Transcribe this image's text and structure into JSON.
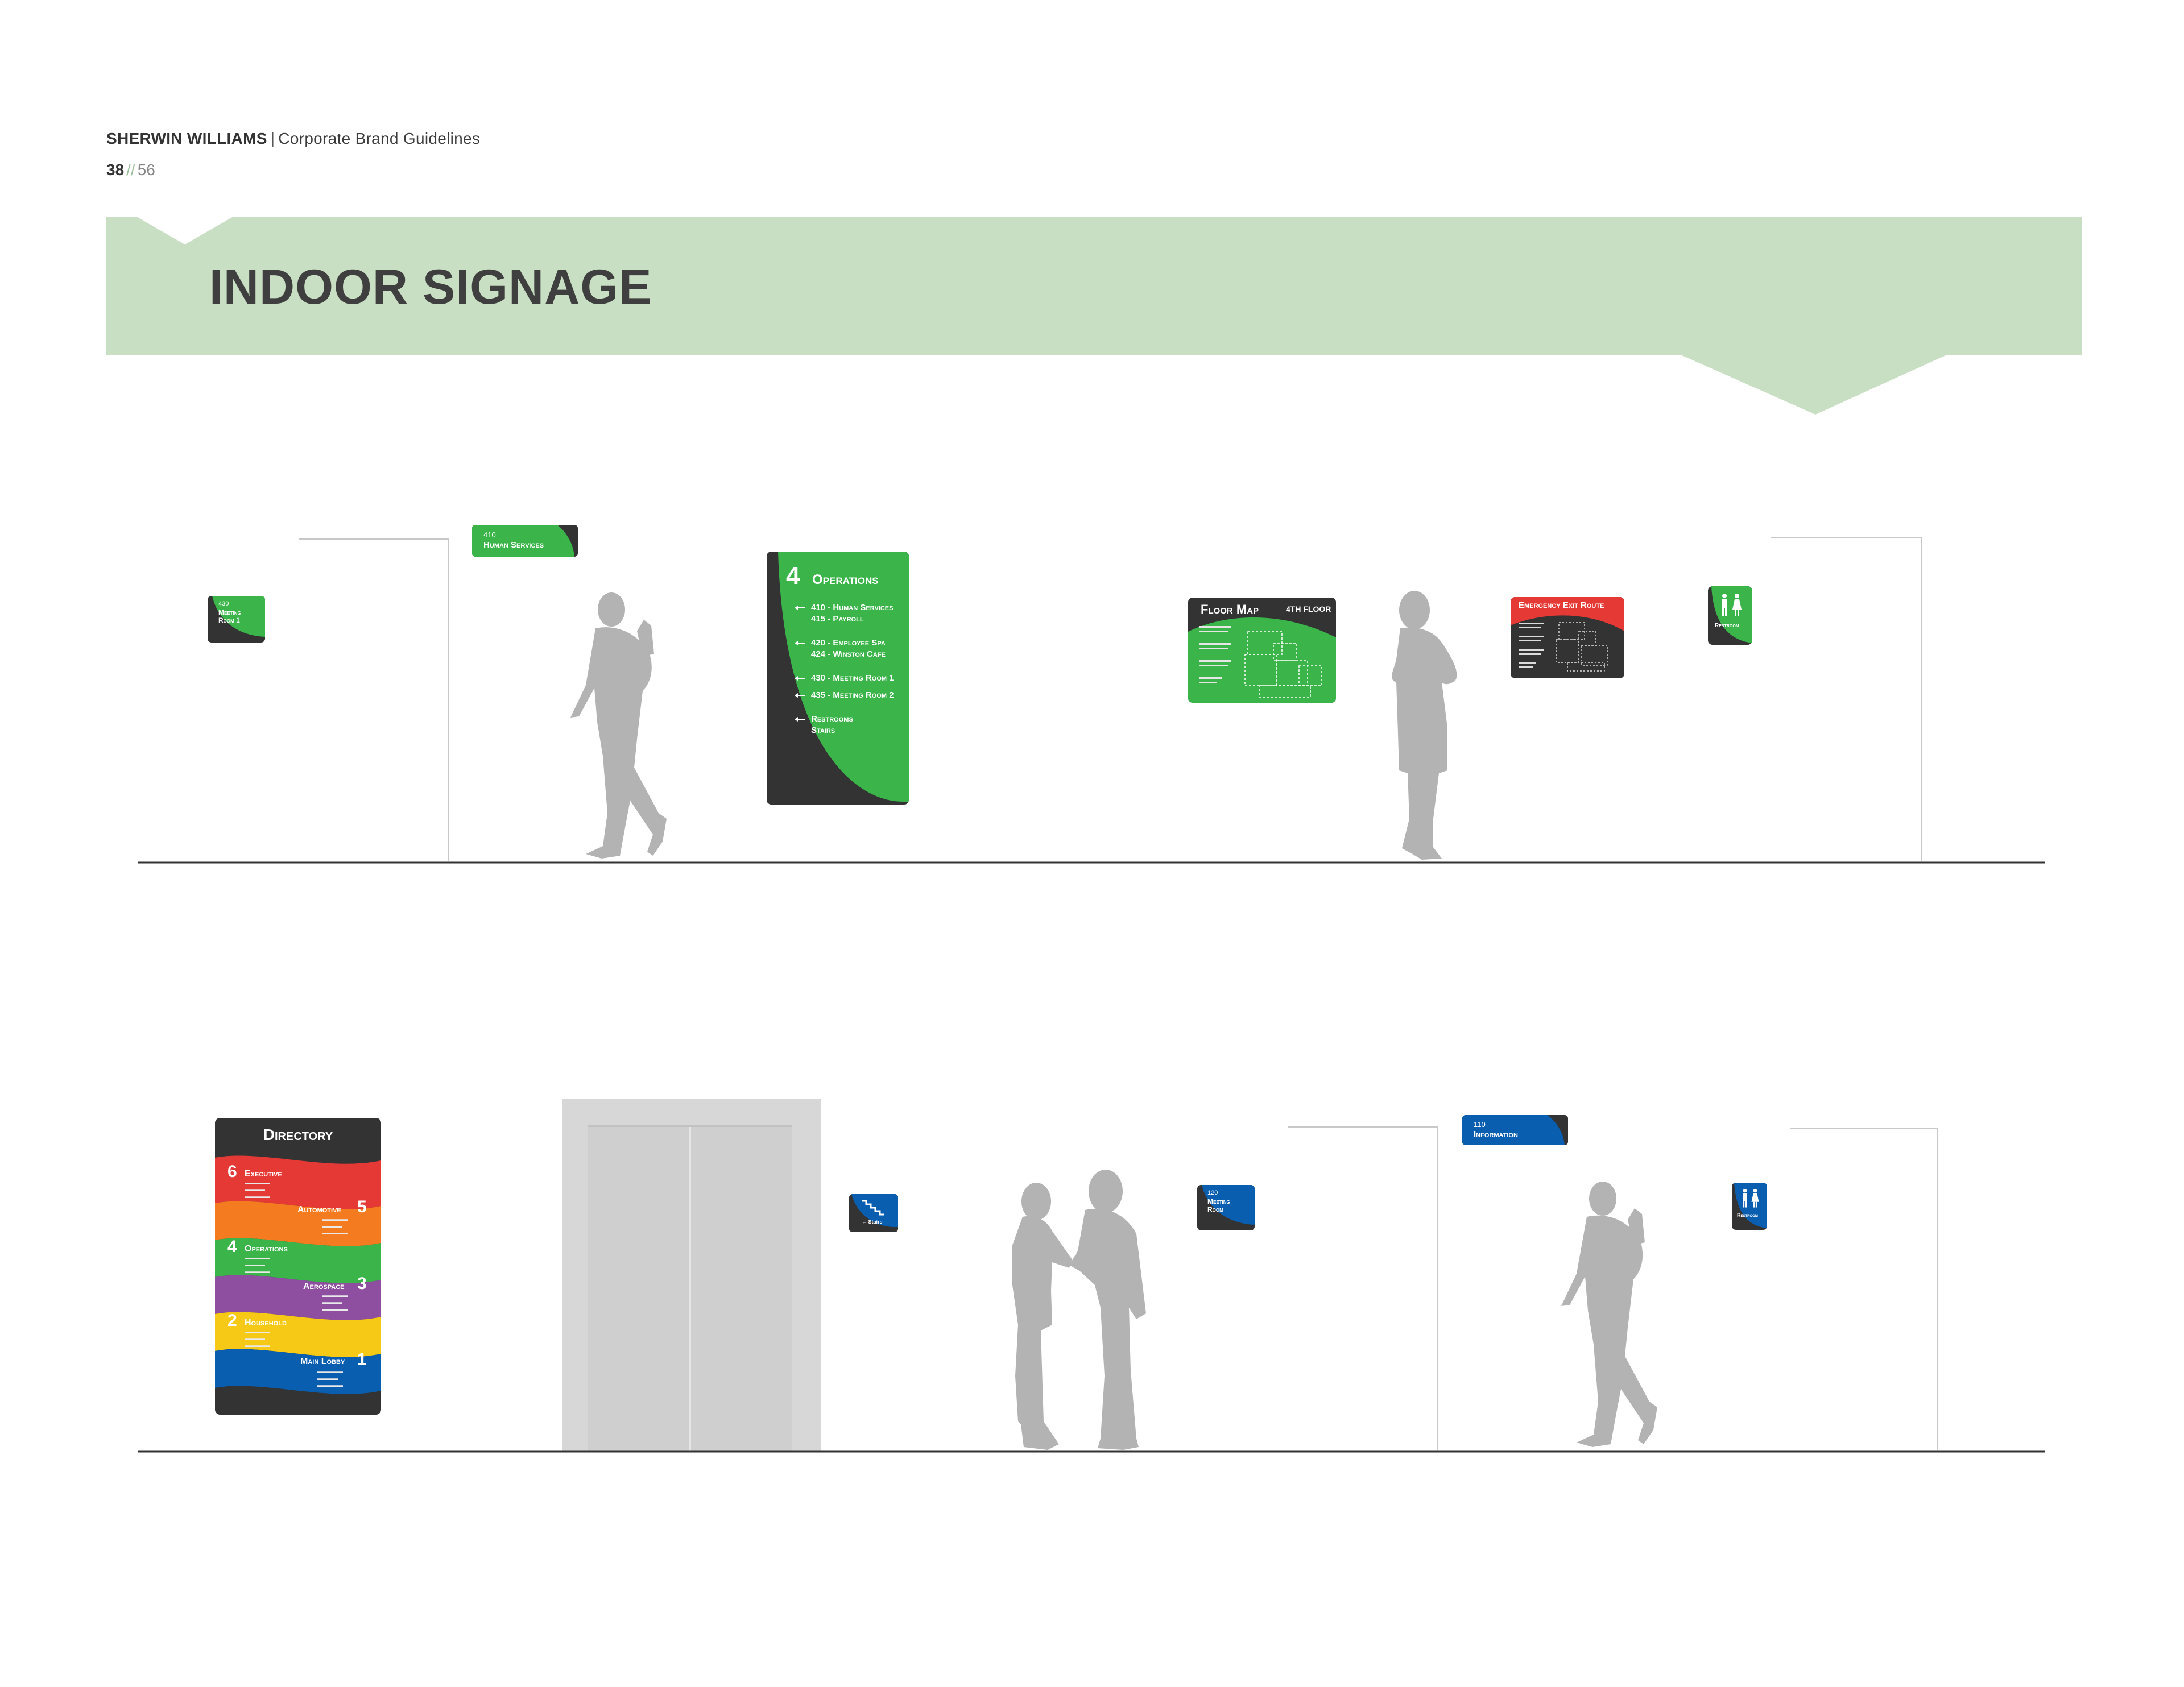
{
  "header": {
    "brand_name": "SHERWIN WILLIAMS",
    "separator": "|",
    "brand_sub": "Corporate Brand Guidelines",
    "page_current": "38",
    "page_sep": "//",
    "page_total": "56"
  },
  "banner": {
    "title": "INDOOR SIGNAGE"
  },
  "colors": {
    "banner_green": "#c9dfc3",
    "sign_green": "#3bb54a",
    "sign_dark": "#333333",
    "sign_blue": "#0a5eb0",
    "sign_red": "#e53935",
    "silhouette": "#b3b3b3"
  },
  "row1": {
    "meeting_sign": {
      "number": "430",
      "line1": "Meeting",
      "line2": "Room 1"
    },
    "human_services_sign": {
      "number": "410",
      "label": "Human Services"
    },
    "operations_sign": {
      "floor": "4",
      "title": "Operations",
      "groups": [
        [
          "410 - Human Services",
          "415 - Payroll"
        ],
        [
          "420 - Employee Spa",
          "424 - Winston Cafe"
        ],
        [
          "430 - Meeting Room 1",
          "435 - Meeting Room 2"
        ],
        [
          "Restrooms",
          "Stairs"
        ]
      ]
    },
    "floor_map_sign": {
      "title": "Floor Map",
      "floor": "4th floor"
    },
    "emergency_sign": {
      "title": "Emergency Exit Route"
    },
    "restroom_sign": {
      "label": "Restroom",
      "icon": "restroom-icon"
    }
  },
  "row2": {
    "directory": {
      "title": "Directory",
      "bands": [
        {
          "floor": "6",
          "name": "Executive",
          "color": "#e53935"
        },
        {
          "floor": "5",
          "name": "Automotive",
          "color": "#f47b20"
        },
        {
          "floor": "4",
          "name": "Operations",
          "color": "#3bb54a"
        },
        {
          "floor": "3",
          "name": "Aerospace",
          "color": "#8e4fa0"
        },
        {
          "floor": "2",
          "name": "Household",
          "color": "#f7c917"
        },
        {
          "floor": "1",
          "name": "Main Lobby",
          "color": "#0a5eb0"
        }
      ]
    },
    "stairs_sign": {
      "label": "Stairs",
      "icon": "stairs-icon"
    },
    "meeting_sign": {
      "number": "120",
      "line1": "Meeting",
      "line2": "Room"
    },
    "info_sign": {
      "number": "110",
      "label": "Information"
    },
    "restroom_sign": {
      "label": "Restroom",
      "icon": "restroom-icon"
    }
  }
}
